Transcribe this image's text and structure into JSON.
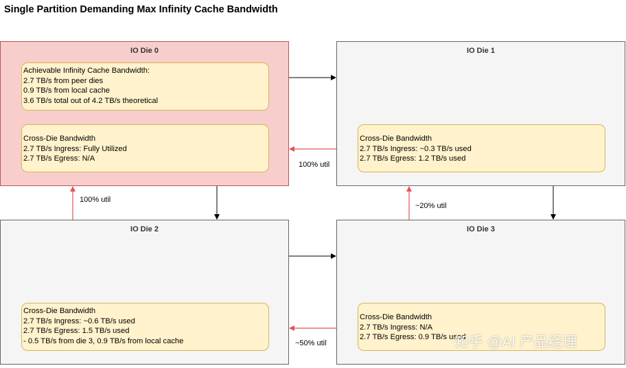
{
  "title": "Single Partition Demanding Max Infinity Cache Bandwidth",
  "dies": {
    "die0": {
      "title": "IO Die 0",
      "cache_note": [
        "Achievable Infinity Cache Bandwidth:",
        "2.7 TB/s from peer dies",
        "0.9 TB/s from local cache",
        "3.6 TB/s total out of 4.2 TB/s theoretical"
      ],
      "cross_die_note": [
        "Cross-Die Bandwidth",
        "2.7 TB/s Ingress: Fully Utilized",
        "2.7 TB/s Egress: N/A"
      ]
    },
    "die1": {
      "title": "IO Die 1",
      "cross_die_note": [
        "Cross-Die Bandwidth",
        "2.7 TB/s Ingress: ~0.3 TB/s used",
        "2.7 TB/s Egress: 1.2 TB/s used"
      ]
    },
    "die2": {
      "title": "IO Die 2",
      "cross_die_note": [
        "Cross-Die Bandwidth",
        "2.7 TB/s Ingress: ~0.6 TB/s used",
        "2.7 TB/s Egress: 1.5 TB/s used",
        "- 0.5 TB/s from die 3, 0.9 TB/s from local cache"
      ]
    },
    "die3": {
      "title": "IO Die 3",
      "cross_die_note": [
        "Cross-Die Bandwidth",
        "2.7 TB/s Ingress: N/A",
        "2.7 TB/s Egress: 0.9 TB/s used"
      ]
    }
  },
  "edge_labels": {
    "die1_to_die0": "100% util",
    "die2_to_die0": "100% util",
    "die3_to_die1": "~20% util",
    "die3_to_die2": "~50% util"
  },
  "colors": {
    "hot_die_fill": "#f8cecc",
    "die_fill": "#f5f5f5",
    "note_fill": "#fff2cc",
    "note_border": "#d6b656",
    "egress_arrow": "#e05555",
    "ring_arrow": "#000000"
  },
  "watermark": "知乎 @AI 产品经理"
}
